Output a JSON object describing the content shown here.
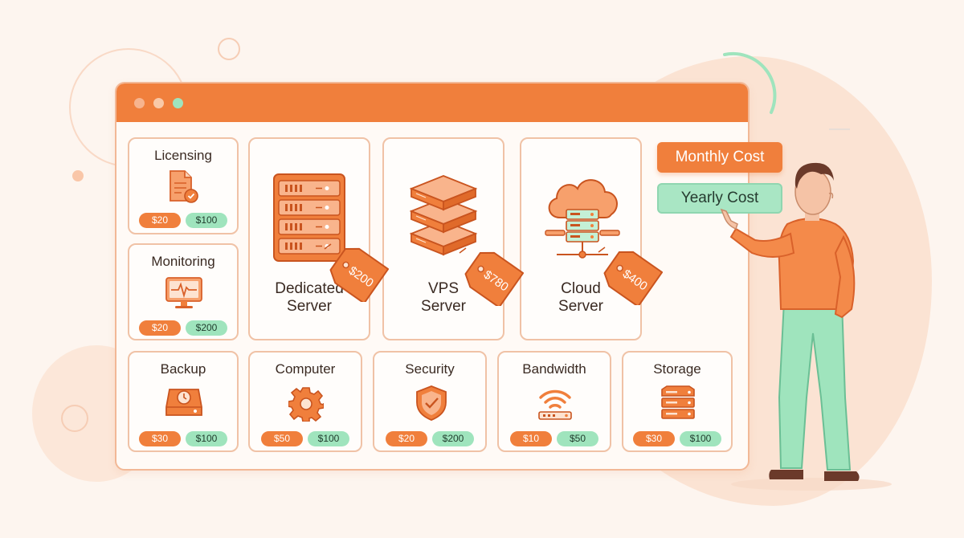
{
  "cost_buttons": {
    "monthly": "Monthly Cost",
    "yearly": "Yearly Cost"
  },
  "small_cards": [
    {
      "title": "Licensing",
      "monthly": "$20",
      "yearly": "$100"
    },
    {
      "title": "Monitoring",
      "monthly": "$20",
      "yearly": "$200"
    },
    {
      "title": "Backup",
      "monthly": "$30",
      "yearly": "$100"
    },
    {
      "title": "Computer",
      "monthly": "$50",
      "yearly": "$100"
    },
    {
      "title": "Security",
      "monthly": "$20",
      "yearly": "$200"
    },
    {
      "title": "Bandwidth",
      "monthly": "$10",
      "yearly": "$50"
    },
    {
      "title": "Storage",
      "monthly": "$30",
      "yearly": "$100"
    }
  ],
  "server_cards": [
    {
      "line1": "Dedicated",
      "line2": "Server",
      "price": "$200"
    },
    {
      "line1": "VPS",
      "line2": "Server",
      "price": "$780"
    },
    {
      "line1": "Cloud",
      "line2": "Server",
      "price": "$400"
    }
  ],
  "colors": {
    "accent": "#f07f3c",
    "mint": "#9fe4bd",
    "background": "#fdf5ef"
  },
  "icons": [
    "document-check-icon",
    "monitor-pulse-icon",
    "server-rack-icon",
    "server-stack-icon",
    "cloud-server-icon",
    "backup-drive-icon",
    "gear-icon",
    "shield-check-icon",
    "wifi-router-icon",
    "storage-stack-icon",
    "price-tag-icon"
  ]
}
